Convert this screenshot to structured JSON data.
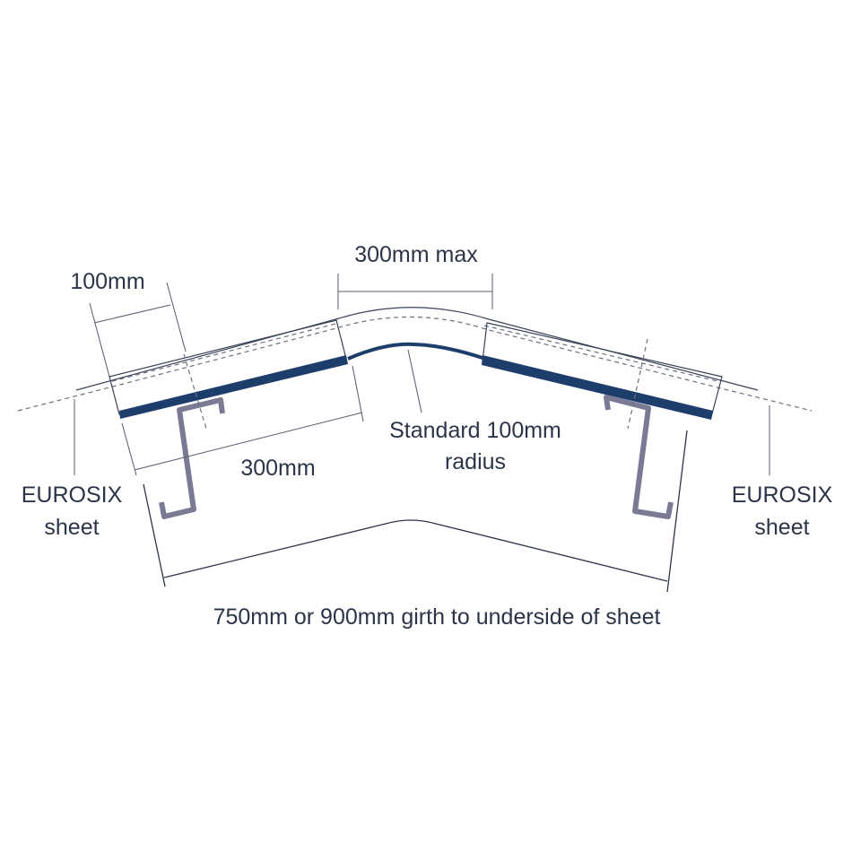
{
  "labels": {
    "overlap_100": "100mm",
    "max_300": "300mm max",
    "lap_300": "300mm",
    "radius_line1": "Standard 100mm",
    "radius_line2": "radius",
    "left_sheet_line1": "EUROSIX",
    "left_sheet_line2": "sheet",
    "right_sheet_line1": "EUROSIX",
    "right_sheet_line2": "sheet",
    "girth": "750mm or 900mm girth to underside of sheet"
  },
  "colors": {
    "flashing": "#1d3d6b",
    "purlin": "#7b7a95",
    "text": "#2c3447"
  }
}
